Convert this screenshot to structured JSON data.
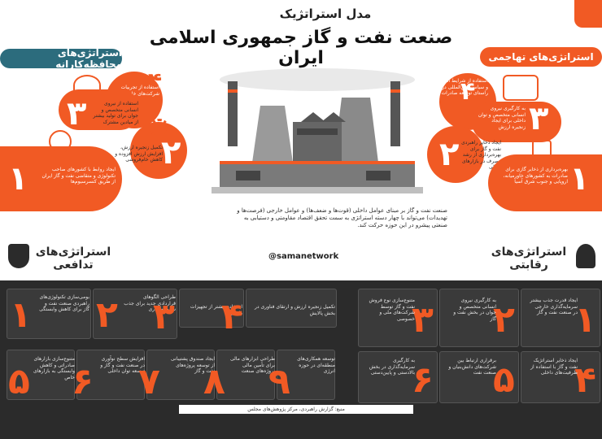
{
  "header": {
    "subtitle": "مدل استراتژیک",
    "title": "صنعت نفت و گاز جمهوری اسلامی ایران"
  },
  "tags": {
    "aggressive": "استراتژی‌های تهاجمی",
    "conservative": "استراتژی‌های محافظه‌کارانه"
  },
  "aggressive": [
    {
      "num": "۴",
      "text": "استفاده از شرایط اقتصادی و سیاسی بین‌المللی در راستای توسعه صادرات"
    },
    {
      "num": "۳",
      "text": "به کارگیری نیروی انسانی متخصص و توان داخلی برای ایجاد زنجیره ارزش"
    },
    {
      "num": "۲",
      "text": "ایجاد ذخایر راهبردی نفت و گاز برای بهره‌برداری از رشد مصرف در بازارهای داخلی"
    },
    {
      "num": "۱",
      "text": "بهره‌برداری از ذخایر گازی برای صادرات به کشورهای خاورمیانه، اروپایی و جنوب شرق آسیا"
    }
  ],
  "conservative": [
    {
      "num": "۴",
      "text": "استفاده از تجربیات شرکت‌های خارجی"
    },
    {
      "num": "۳",
      "text": "استفاده از نیروی انسانی متخصص و جوان برای تولید بیشتر از میادین مشترک"
    },
    {
      "num": "۲",
      "text": "تکمیل زنجیره ارزش، افزایش ارزش افزوده و کاهش خام‌فروشی"
    },
    {
      "num": "۱",
      "text": "ایجاد روابط با کشورهای صاحب تکنولوژی و متقاضی نفت و گاز ایران از طریق کنسرسیوم‌ها"
    }
  ],
  "center": {
    "paragraph": "صنعت نفت و گاز بر مبنای عوامل داخلی (قوت‌ها و ضعف‌ها) و عوامل خارجی (فرصت‌ها و تهدیدات) می‌تواند با چهار دسته استراتژی به سمت تحقق اقتصاد مقاومتی و دستیابی به صنعتی پیشرو در این حوزه حرکت کند.",
    "handle": "@samanetwork"
  },
  "sections": {
    "defensive": "استراتژی‌های تدافعی",
    "competitive": "استراتژی‌های رقابتی"
  },
  "defensive": [
    {
      "num": "۱",
      "text": "بومی‌سازی تکنولوژی‌های راهبردی صنعت نفت و گاز برای کاهش وابستگی"
    },
    {
      "num": "۲",
      "text": "طراحی الگوهای قراردادی جدید برای جذب سرمایه‌گذاری"
    },
    {
      "num": "۳",
      "text": "استفاده بیشتر از تجهیزات داخلی"
    },
    {
      "num": "۴",
      "text": "تکمیل زنجیره ارزش و ارتقای فناوری در بخش پالایش"
    },
    {
      "num": "۵",
      "text": "متنوع‌سازی بازارهای صادراتی و کاهش وابستگی به بازارهای خاص"
    },
    {
      "num": "۶",
      "text": "افزایش سطح نوآوری در صنعت نفت و گاز و توسعه توان داخلی"
    },
    {
      "num": "۷",
      "text": "ایجاد صندوق پشتیبانی از توسعه پروژه‌های نفت و گاز"
    },
    {
      "num": "۸",
      "text": "طراحی ابزارهای مالی برای تأمین مالی پروژه‌های صنعت"
    },
    {
      "num": "۹",
      "text": "توسعه همکاری‌های منطقه‌ای در حوزه انرژی"
    }
  ],
  "competitive": [
    {
      "num": "۳",
      "text": "متنوع‌سازی نوع فروش نفت و گاز توسط شرکت‌های ملی و خصوصی"
    },
    {
      "num": "۲",
      "text": "به کارگیری نیروی انسانی متخصص و جوان در بخش نفت و گاز"
    },
    {
      "num": "۱",
      "text": "ایجاد قدرت جذب بیشتر سرمایه‌گذاری خارجی در صنعت نفت و گاز"
    },
    {
      "num": "۶",
      "text": "به کارگیری سرمایه‌گذاری در بخش بالادستی و پایین‌دستی"
    },
    {
      "num": "۵",
      "text": "برقراری ارتباط بین شرکت‌های دانش‌بنیان و صنعت نفت"
    },
    {
      "num": "۴",
      "text": "ایجاد ذخایر استراتژیک نفت و گاز با استفاده از ظرفیت‌های داخلی"
    }
  ],
  "footer": {
    "note": "منبع: گزارش راهبردی، مرکز پژوهش‌های مجلس"
  },
  "colors": {
    "accent": "#f15a24",
    "teal": "#2c6c7d",
    "dark": "#2b2b2b"
  }
}
